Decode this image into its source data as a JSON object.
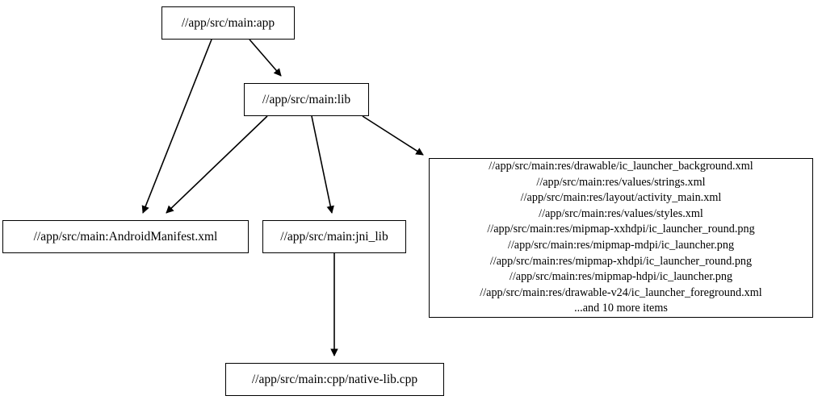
{
  "graph": {
    "type": "dependency-graph",
    "orientation": "top-down",
    "edge_color": "#000000",
    "node_border_color": "#000000",
    "node_fill_color": "#ffffff",
    "background_color": "#ffffff",
    "nodes": [
      {
        "id": "app",
        "label": "//app/src/main:app",
        "lines": [
          "//app/src/main:app"
        ]
      },
      {
        "id": "lib",
        "label": "//app/src/main:lib",
        "lines": [
          "//app/src/main:lib"
        ]
      },
      {
        "id": "manifest",
        "label": "//app/src/main:AndroidManifest.xml",
        "lines": [
          "//app/src/main:AndroidManifest.xml"
        ]
      },
      {
        "id": "jni_lib",
        "label": "//app/src/main:jni_lib",
        "lines": [
          "//app/src/main:jni_lib"
        ]
      },
      {
        "id": "resources",
        "label": "//app/src/main:res/drawable/ic_launcher_background.xml\n//app/src/main:res/values/strings.xml\n//app/src/main:res/layout/activity_main.xml\n//app/src/main:res/values/styles.xml\n//app/src/main:res/mipmap-xxhdpi/ic_launcher_round.png\n//app/src/main:res/mipmap-mdpi/ic_launcher.png\n//app/src/main:res/mipmap-xhdpi/ic_launcher_round.png\n//app/src/main:res/mipmap-hdpi/ic_launcher.png\n//app/src/main:res/drawable-v24/ic_launcher_foreground.xml\n...and 10 more items",
        "lines": [
          "//app/src/main:res/drawable/ic_launcher_background.xml",
          "//app/src/main:res/values/strings.xml",
          "//app/src/main:res/layout/activity_main.xml",
          "//app/src/main:res/values/styles.xml",
          "//app/src/main:res/mipmap-xxhdpi/ic_launcher_round.png",
          "//app/src/main:res/mipmap-mdpi/ic_launcher.png",
          "//app/src/main:res/mipmap-xhdpi/ic_launcher_round.png",
          "//app/src/main:res/mipmap-hdpi/ic_launcher.png",
          "//app/src/main:res/drawable-v24/ic_launcher_foreground.xml",
          "...and 10 more items"
        ],
        "overflow_note": "...and 10 more items"
      },
      {
        "id": "native_lib_cpp",
        "label": "//app/src/main:cpp/native-lib.cpp",
        "lines": [
          "//app/src/main:cpp/native-lib.cpp"
        ]
      }
    ],
    "edges": [
      {
        "from": "app",
        "to": "manifest"
      },
      {
        "from": "app",
        "to": "lib"
      },
      {
        "from": "lib",
        "to": "manifest"
      },
      {
        "from": "lib",
        "to": "jni_lib"
      },
      {
        "from": "lib",
        "to": "resources"
      },
      {
        "from": "jni_lib",
        "to": "native_lib_cpp"
      }
    ]
  }
}
